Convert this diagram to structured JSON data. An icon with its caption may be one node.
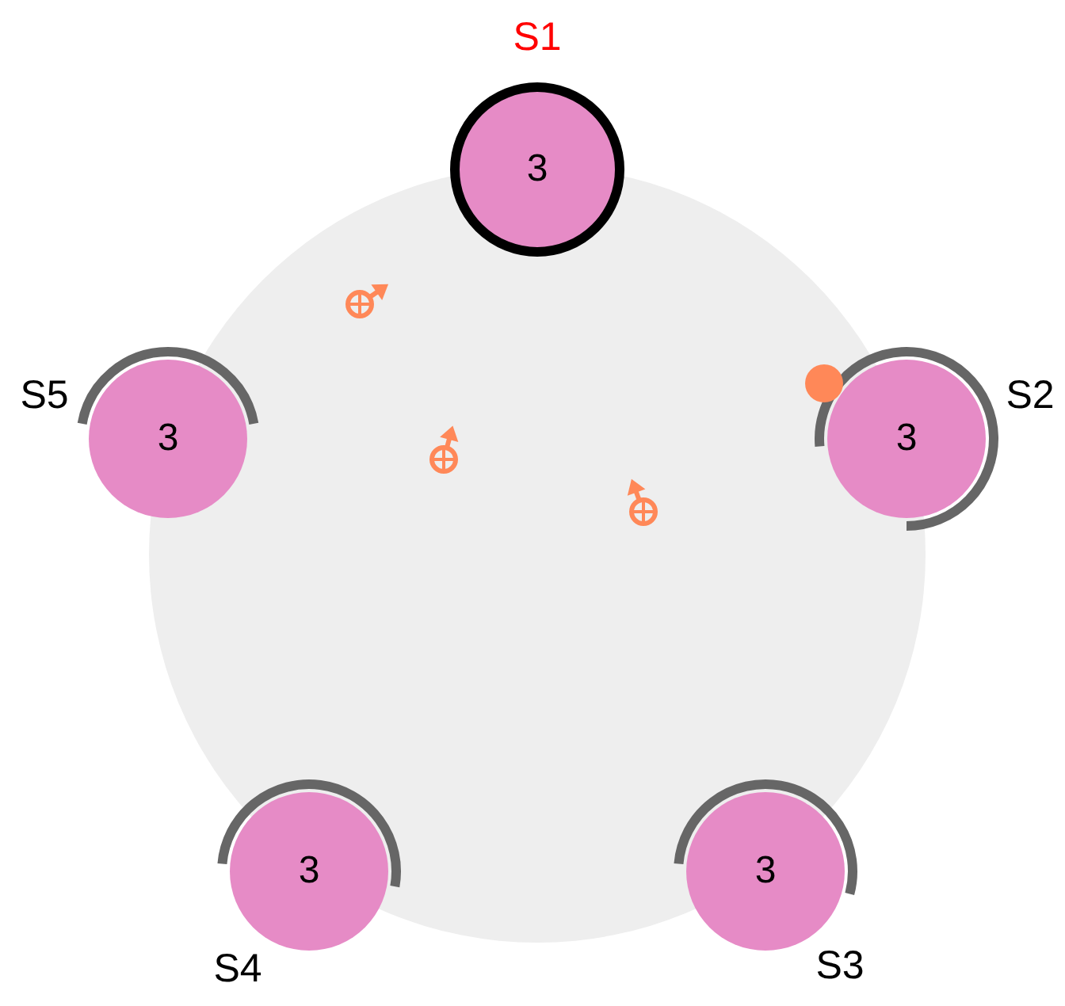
{
  "diagram": {
    "nodes": [
      {
        "text": [
          "3"
        ],
        "beside": [
          "S1"
        ]
      },
      {
        "text": [
          "3"
        ],
        "beside": [
          "S2"
        ]
      },
      {
        "text": [
          "3"
        ],
        "beside": [
          "S3"
        ]
      },
      {
        "text": [
          "3"
        ],
        "beside": [
          "S4"
        ]
      },
      {
        "text": [
          "3"
        ],
        "beside": [
          "S5"
        ]
      }
    ]
  }
}
